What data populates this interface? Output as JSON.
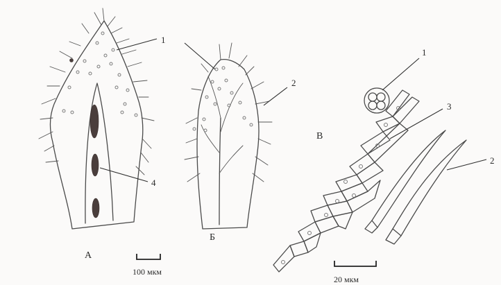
{
  "panels": {
    "a": {
      "label": "А"
    },
    "b": {
      "label": "Б"
    },
    "c": {
      "label": "В"
    }
  },
  "callouts": {
    "a_1": "1",
    "a_4": "4",
    "b_2": "2",
    "c_1": "1",
    "c_3": "3",
    "c_2": "2"
  },
  "scales": {
    "left": "100 мкм",
    "right": "20 мкм"
  },
  "colors": {
    "background": "#fbfaf9",
    "ink": "#4a4a4a",
    "pigment": "#4a3e3c"
  }
}
